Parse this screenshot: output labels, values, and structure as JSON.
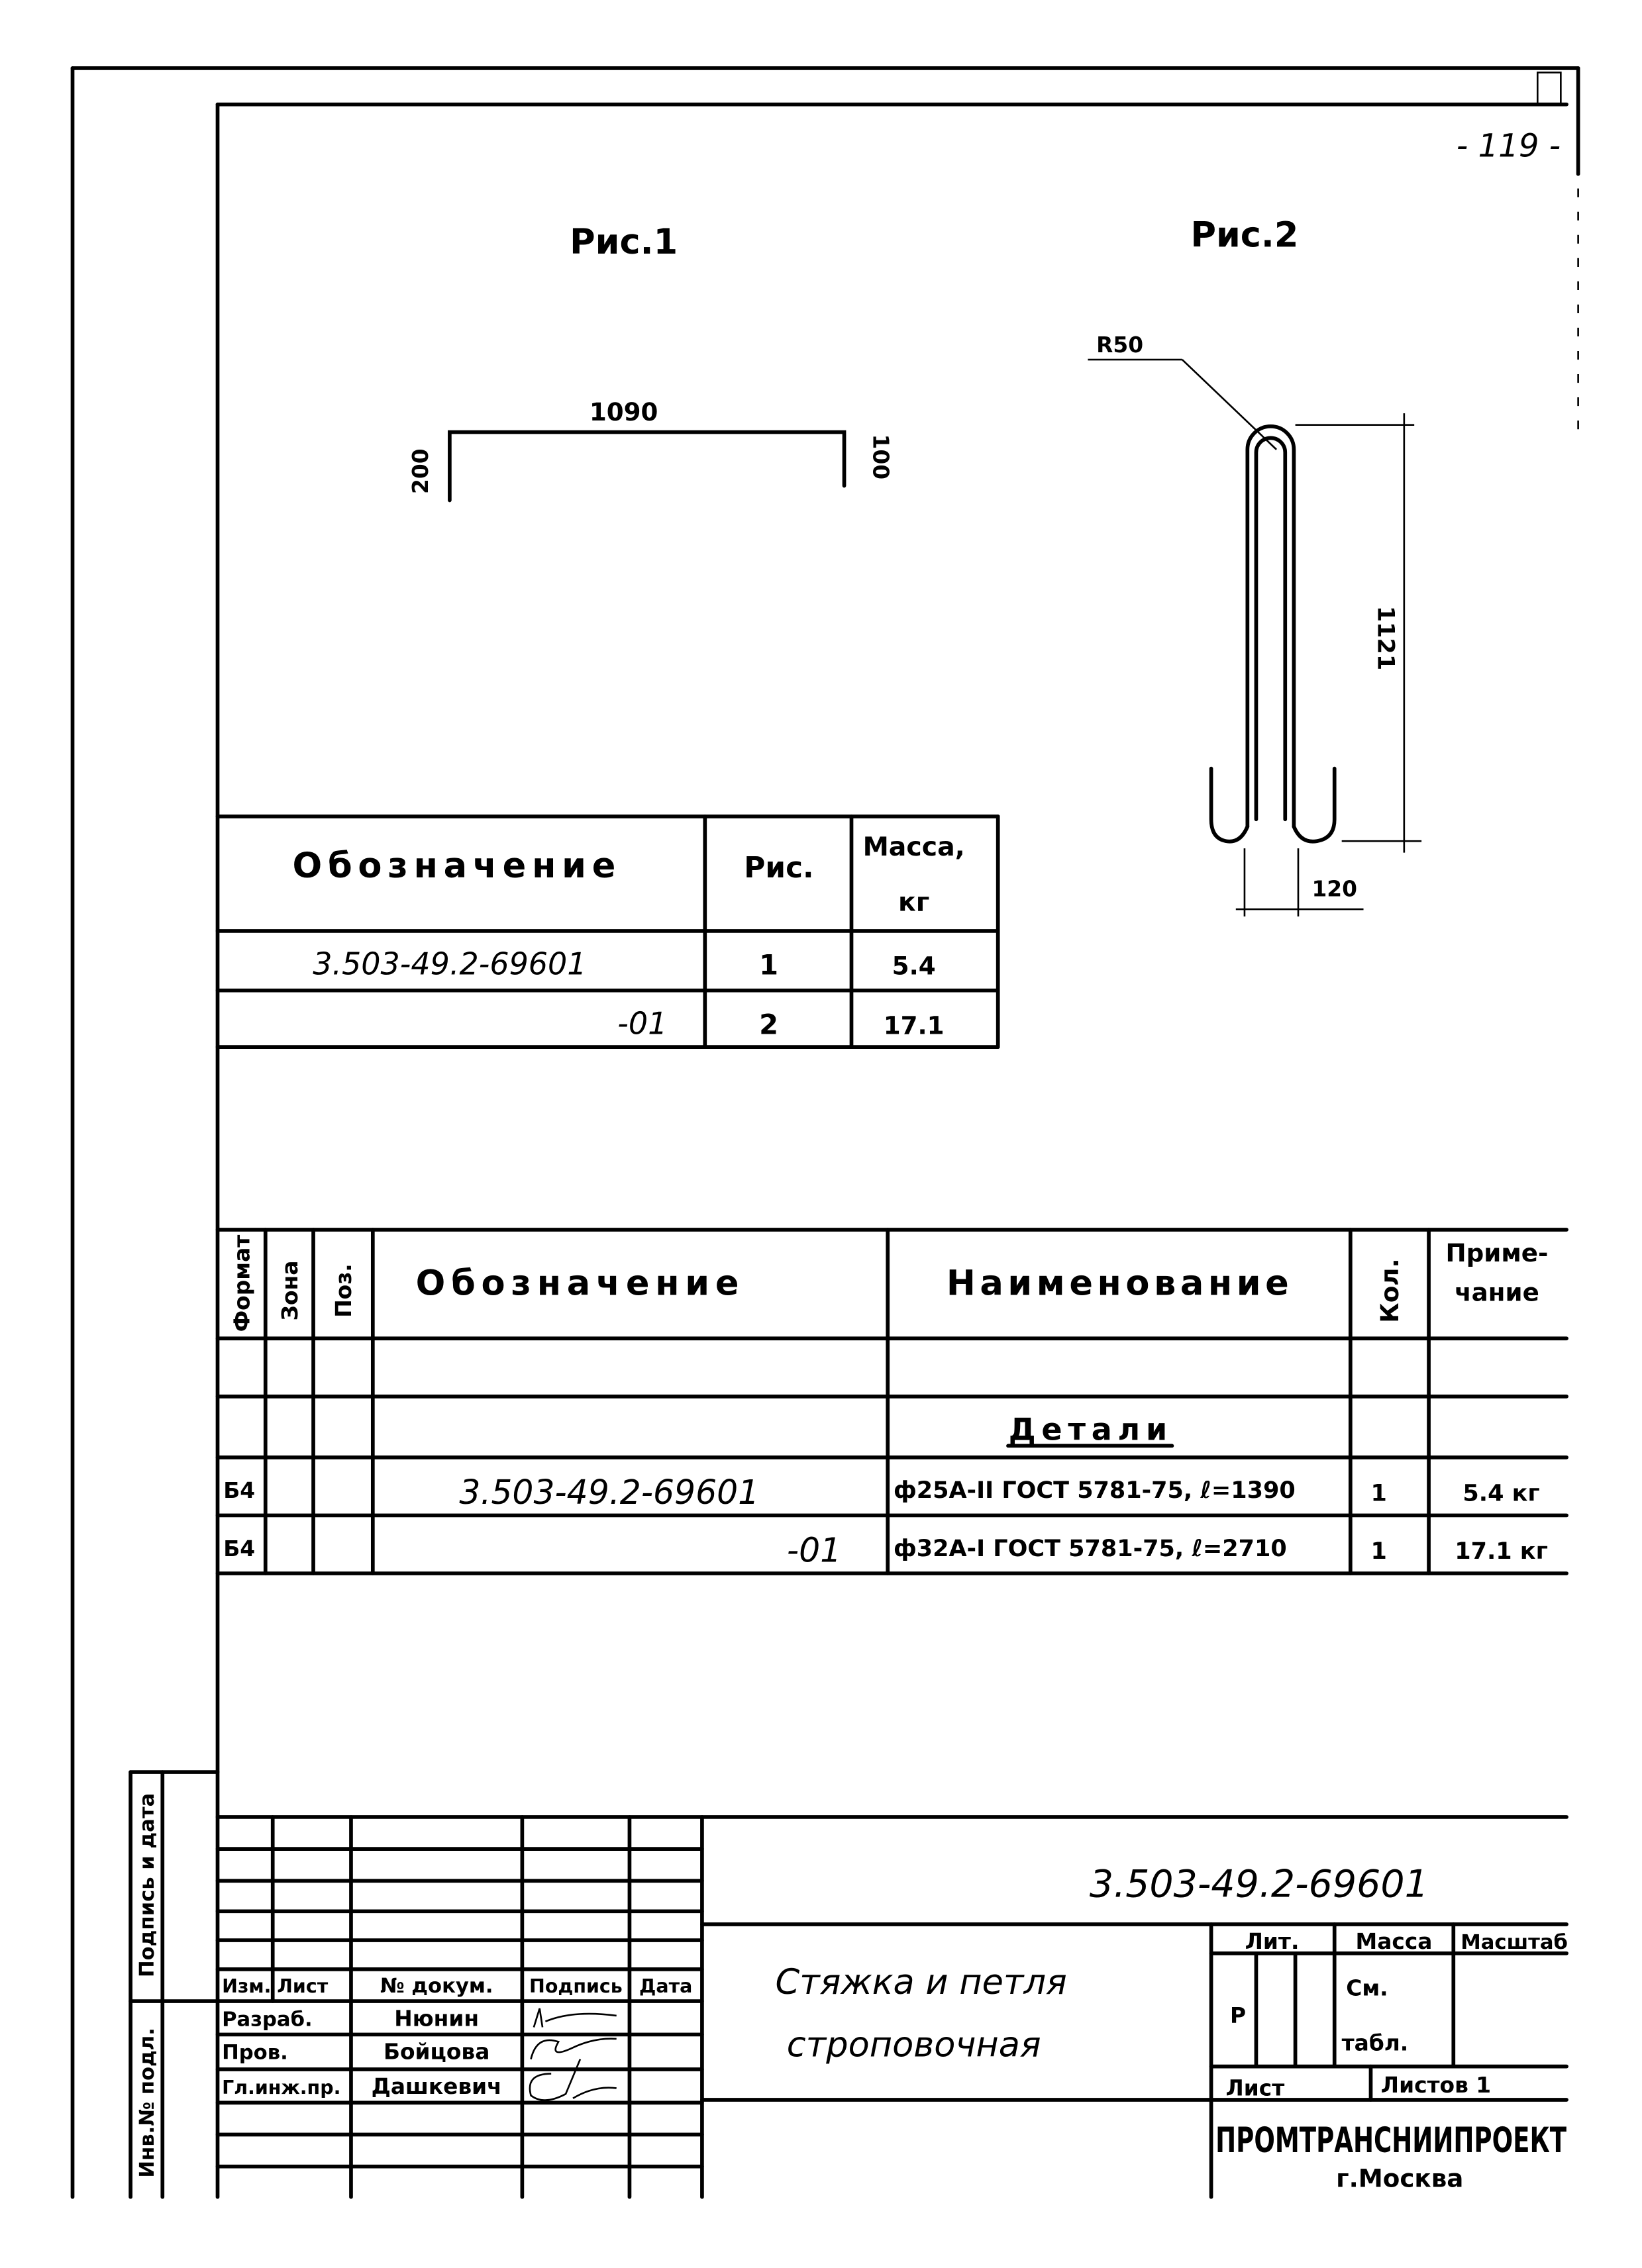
{
  "sheet": {
    "page_number": "- 119 -",
    "fig1_label": "Рис.1",
    "fig2_label": "Рис.2",
    "fig1": {
      "length": "1090",
      "left_leg": "200",
      "right_leg": "100"
    },
    "fig2": {
      "radius": "R50",
      "height": "1121",
      "width": "120"
    }
  },
  "variants_table": {
    "headers": {
      "designation": "Обозначение",
      "figure": "Рис.",
      "mass_line1": "Масса,",
      "mass_line2": "кг"
    },
    "rows": [
      {
        "designation": "3.503-49.2-69601",
        "figure": "1",
        "mass": "5.4"
      },
      {
        "designation": "-01",
        "figure": "2",
        "mass": "17.1"
      }
    ]
  },
  "spec_table": {
    "headers": {
      "format": "Формат",
      "zone": "Зона",
      "pos": "Поз.",
      "designation": "Обозначение",
      "name": "Наименование",
      "qty": "Кол.",
      "note_line1": "Приме-",
      "note_line2": "чание"
    },
    "section": "Детали",
    "rows": [
      {
        "format": "Б4",
        "designation": "3.503-49.2-69601",
        "name": "ф25А-II ГОСТ 5781-75,  ℓ=1390",
        "qty": "1",
        "note": "5.4 кг"
      },
      {
        "format": "Б4",
        "designation": "-01",
        "name": "ф32А-I ГОСТ 5781-75,  ℓ=2710",
        "qty": "1",
        "note": "17.1 кг"
      }
    ]
  },
  "side_stamp": {
    "signature_date": "Подпись и дата",
    "inv_no": "Инв.№ подл."
  },
  "title_block": {
    "document_code": "3.503-49.2-69601",
    "title_line1": "Стяжка и петля",
    "title_line2": "строповочная",
    "headers": {
      "change": "Изм.",
      "sheet": "Лист",
      "doc_no": "№ докум.",
      "signature": "Подпись",
      "date": "Дата"
    },
    "people": [
      {
        "role": "Разраб.",
        "name": "Нюнин"
      },
      {
        "role": "Пров.",
        "name": "Бойцова"
      },
      {
        "role": "Гл.инж.пр.",
        "name": "Дашкевич"
      }
    ],
    "lit_label": "Лит.",
    "lit_value": "Р",
    "mass_label": "Масса",
    "mass_value_line1": "См.",
    "mass_value_line2": "табл.",
    "scale_label": "Масштаб",
    "sheet_label": "Лист",
    "sheets_label": "Листов 1",
    "organization": "ПРОМТРАНСНИИПРОЕКТ",
    "city": "г.Москва"
  }
}
